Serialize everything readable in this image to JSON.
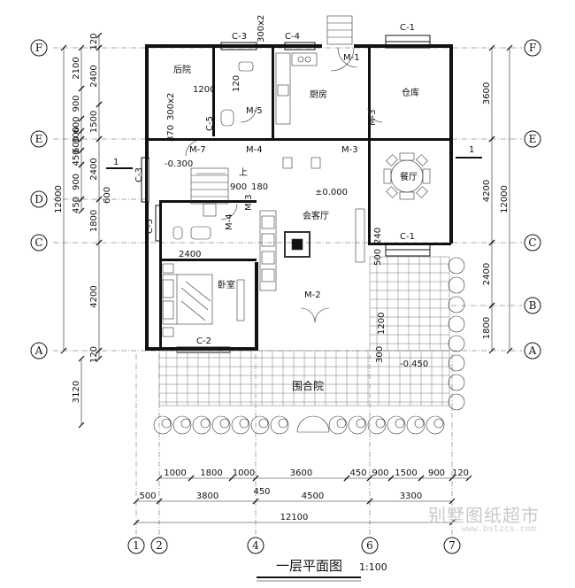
{
  "title": "一层平面图",
  "scale": "1:100",
  "watermark": {
    "text": "别墅图纸超市",
    "url": "www.bstzcs.com"
  },
  "axes_h": [
    "F",
    "E",
    "D",
    "C",
    "B",
    "A"
  ],
  "axes_v": [
    "1",
    "2",
    "4",
    "6",
    "7"
  ],
  "left_dims_outer": [
    "120",
    "2400",
    "1500",
    "2400",
    "1800",
    "4200",
    "120"
  ],
  "left_dims_inner": [
    "2100",
    "900",
    "600",
    "300",
    "600",
    "450",
    "900",
    "450"
  ],
  "left_total": "12000",
  "left_bottom": "3120",
  "right_dims": [
    "3600",
    "4200",
    "2400",
    "1800"
  ],
  "right_total": "12000",
  "bottom_row1": [
    "1000",
    "1800",
    "1000",
    "3600",
    "450",
    "900",
    "1500",
    "900",
    "120"
  ],
  "bottom_row1b": "450",
  "bottom_row2": [
    "500",
    "3800",
    "4500",
    "3300"
  ],
  "bottom_total": "12100",
  "rooms": {
    "backyard": "后院",
    "kitchen": "厨房",
    "storage": "仓库",
    "dining": "餐厅",
    "living": "会客厅",
    "bedroom": "卧室",
    "courtyard": "围合院"
  },
  "labels": {
    "c3_top": "C-3",
    "c4": "C-4",
    "c1_top": "C-1",
    "m1": "M-1",
    "m5": "M-5",
    "m3a": "M-3",
    "m7": "M-7",
    "m4a": "M-4",
    "m3b": "M-3",
    "c3_left": "C-3",
    "c5a": "C-5",
    "c5b": "C-5",
    "m4b": "M-4",
    "m3c": "M-3",
    "c1_right": "C-1",
    "m2": "M-2",
    "c2": "C-2",
    "up": "上",
    "level0": "±0.000",
    "level_m300": "-0.300",
    "level_m450": "-0.450",
    "d1200": "1200",
    "d120a": "120",
    "d870": "870",
    "d300x2a": "300x2",
    "d300x2b": "300x2",
    "d900": "900",
    "d180": "180",
    "d2400": "2400",
    "d500": "500",
    "d240": "240",
    "d1200b": "1200",
    "d300": "300",
    "d600": "600",
    "sec": "1"
  }
}
